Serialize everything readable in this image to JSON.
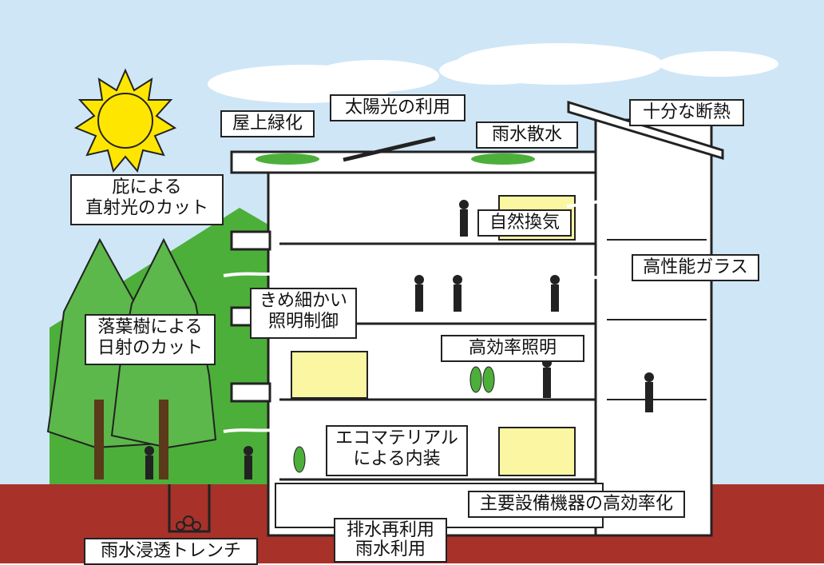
{
  "colors": {
    "sky": "#cfe6f6",
    "ground": "#a8322a",
    "grass": "#4caf3a",
    "tree": "#5cb84a",
    "sun": "#ffe600",
    "building": "#ffffff",
    "window": "#fbf6a2",
    "outline": "#222222"
  },
  "labels": {
    "rooftop_greening": "屋上緑化",
    "solar_use": "太陽光の利用",
    "rainwater_sprinkling": "雨水散水",
    "insulation": "十分な断熱",
    "eaves_line1": "庇による",
    "eaves_line2": "直射光のカット",
    "natural_ventilation": "自然換気",
    "high_perf_glass": "高性能ガラス",
    "lighting_control_line1": "きめ細かい",
    "lighting_control_line2": "照明制御",
    "deciduous_line1": "落葉樹による",
    "deciduous_line2": "日射のカット",
    "efficient_lighting": "高効率照明",
    "eco_material_line1": "エコマテリアル",
    "eco_material_line2": "による内装",
    "equipment_efficiency": "主要設備機器の高効率化",
    "water_reuse_line1": "排水再利用",
    "water_reuse_line2": "雨水利用",
    "infiltration_trench": "雨水浸透トレンチ"
  },
  "icons": [
    "sun-icon",
    "cloud-icon",
    "tree-icon",
    "person-icon",
    "plant-icon",
    "arrow-icon"
  ]
}
